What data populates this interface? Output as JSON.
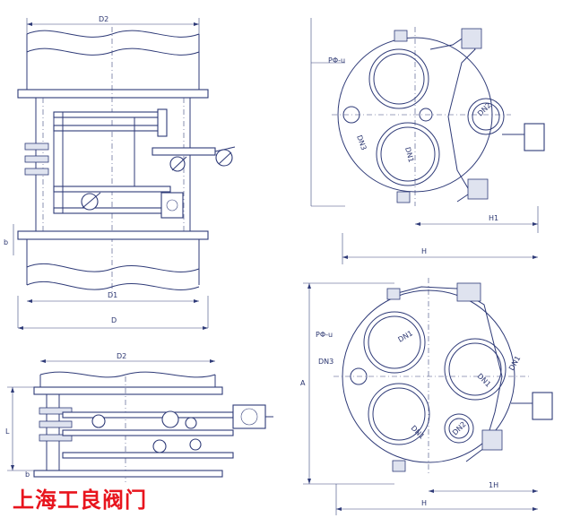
{
  "brand": {
    "text": "上海工良阀门",
    "color": "#e8141d"
  },
  "line_color": "#2f3b78",
  "views": {
    "front_elevation": {
      "labels": {
        "d2": "D2",
        "d1": "D1",
        "d": "D",
        "b": "b"
      }
    },
    "top_view_three_port": {
      "labels": {
        "p_phi_u": "PΦ-u",
        "dn2": "DN2",
        "dn3": "DN3",
        "dn1": "DN1",
        "h1": "H1",
        "h": "H"
      }
    },
    "side_elevation": {
      "labels": {
        "d2": "D2",
        "l": "L",
        "b": "b"
      }
    },
    "top_view_four_port": {
      "labels": {
        "p_phi_u": "PΦ-u",
        "dn3": "DN3",
        "a": "A",
        "dn1_a": "DN1",
        "dn1_b": "DN1",
        "dn1_c": "DN1",
        "dn1_d": "DN1",
        "dn2": "DN2",
        "h1": "1H",
        "h": "H"
      }
    }
  }
}
